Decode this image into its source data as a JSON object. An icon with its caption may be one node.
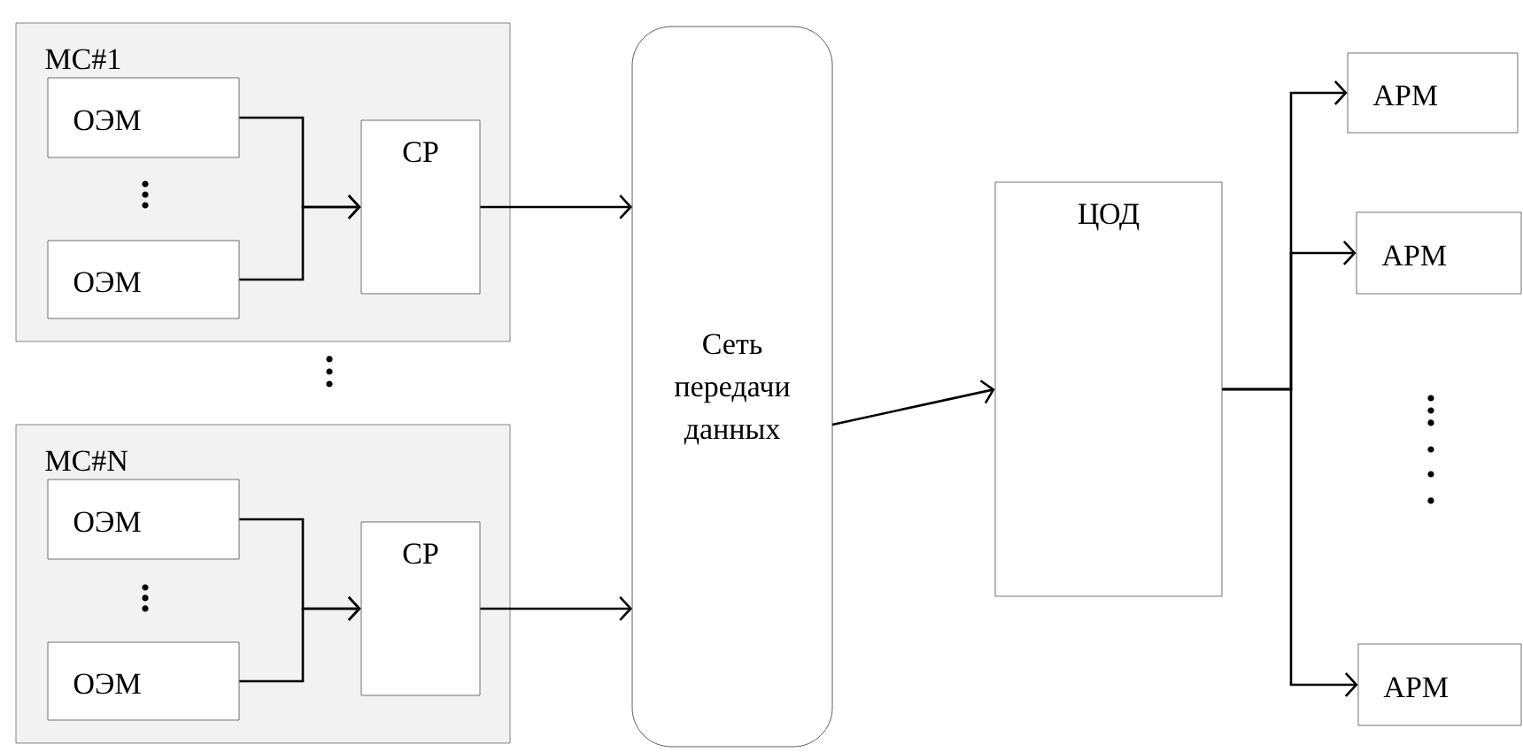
{
  "diagram": {
    "nodes": [
      {
        "text": [
          "МС#1"
        ]
      },
      {
        "text": [
          "ОЭМ"
        ],
        "in": 0
      },
      {
        "text": [
          "ОЭМ"
        ],
        "in": 0
      },
      {
        "text": [
          "СР"
        ],
        "in": 0
      },
      {
        "text": [
          "МС#N"
        ]
      },
      {
        "text": [
          "ОЭМ"
        ],
        "in": 4
      },
      {
        "text": [
          "ОЭМ"
        ],
        "in": 4
      },
      {
        "text": [
          "СР"
        ],
        "in": 4
      },
      {
        "text": [
          "Сеть передачи данных"
        ]
      },
      {
        "text": [
          "ЦОД"
        ]
      },
      {
        "text": [
          "АРМ"
        ]
      },
      {
        "text": [
          "АРМ"
        ]
      },
      {
        "text": [
          "АРМ"
        ]
      }
    ],
    "edges": [
      {
        "from": 1,
        "to": 3,
        "arrow": "to"
      },
      {
        "from": 2,
        "to": 3,
        "arrow": "to"
      },
      {
        "from": 3,
        "to": 8,
        "arrow": "to"
      },
      {
        "from": 5,
        "to": 7,
        "arrow": "to"
      },
      {
        "from": 6,
        "to": 7,
        "arrow": "to"
      },
      {
        "from": 7,
        "to": 8,
        "arrow": "to"
      },
      {
        "from": 8,
        "to": 9,
        "arrow": "to"
      },
      {
        "from": 9,
        "to": 10,
        "arrow": "to"
      },
      {
        "from": 9,
        "to": 11,
        "arrow": "to"
      },
      {
        "from": 9,
        "to": 12,
        "arrow": "to"
      }
    ]
  }
}
